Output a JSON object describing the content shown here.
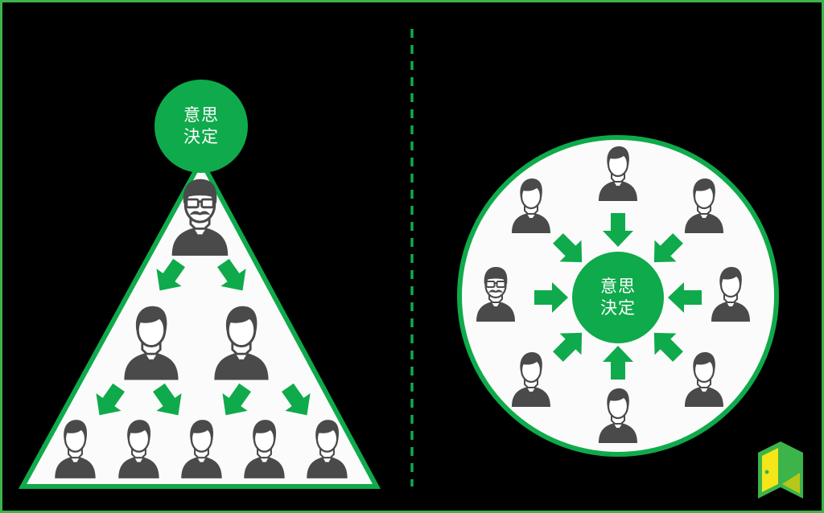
{
  "colors": {
    "background": "#000000",
    "frame": "#3cb44a",
    "accent_green": "#0faa4b",
    "panel_white": "#fbfbfb",
    "person_gray": "#4a4a4a",
    "logo_yellow": "#f5e61a",
    "logo_green": "#3cb44a",
    "logo_olive": "#b5c81a"
  },
  "left_diagram": {
    "name": "top-down pyramid",
    "decision_label_line1": "意思",
    "decision_label_line2": "決定",
    "leader": {
      "type": "boss",
      "features": [
        "glasses",
        "mustache"
      ]
    },
    "tiers": [
      {
        "count": 1,
        "type": "boss"
      },
      {
        "count": 2,
        "type": "staff"
      },
      {
        "count": 5,
        "type": "staff"
      }
    ],
    "arrows": {
      "tier1_to_tier2": 2,
      "tier2_to_tier3": 4,
      "direction": "down"
    }
  },
  "divider": {
    "style": "dashed",
    "color": "#0faa4b"
  },
  "right_diagram": {
    "name": "consensus circle",
    "decision_label_line1": "意思",
    "decision_label_line2": "決定",
    "members": [
      {
        "position": "top",
        "type": "staff"
      },
      {
        "position": "top-right",
        "type": "staff"
      },
      {
        "position": "right",
        "type": "staff"
      },
      {
        "position": "bottom-right",
        "type": "staff"
      },
      {
        "position": "bottom",
        "type": "staff"
      },
      {
        "position": "bottom-left",
        "type": "staff"
      },
      {
        "position": "left",
        "type": "boss"
      },
      {
        "position": "top-left",
        "type": "staff"
      }
    ],
    "arrows": {
      "count": 8,
      "direction": "inward"
    }
  },
  "logo": {
    "name": "door-logo"
  }
}
